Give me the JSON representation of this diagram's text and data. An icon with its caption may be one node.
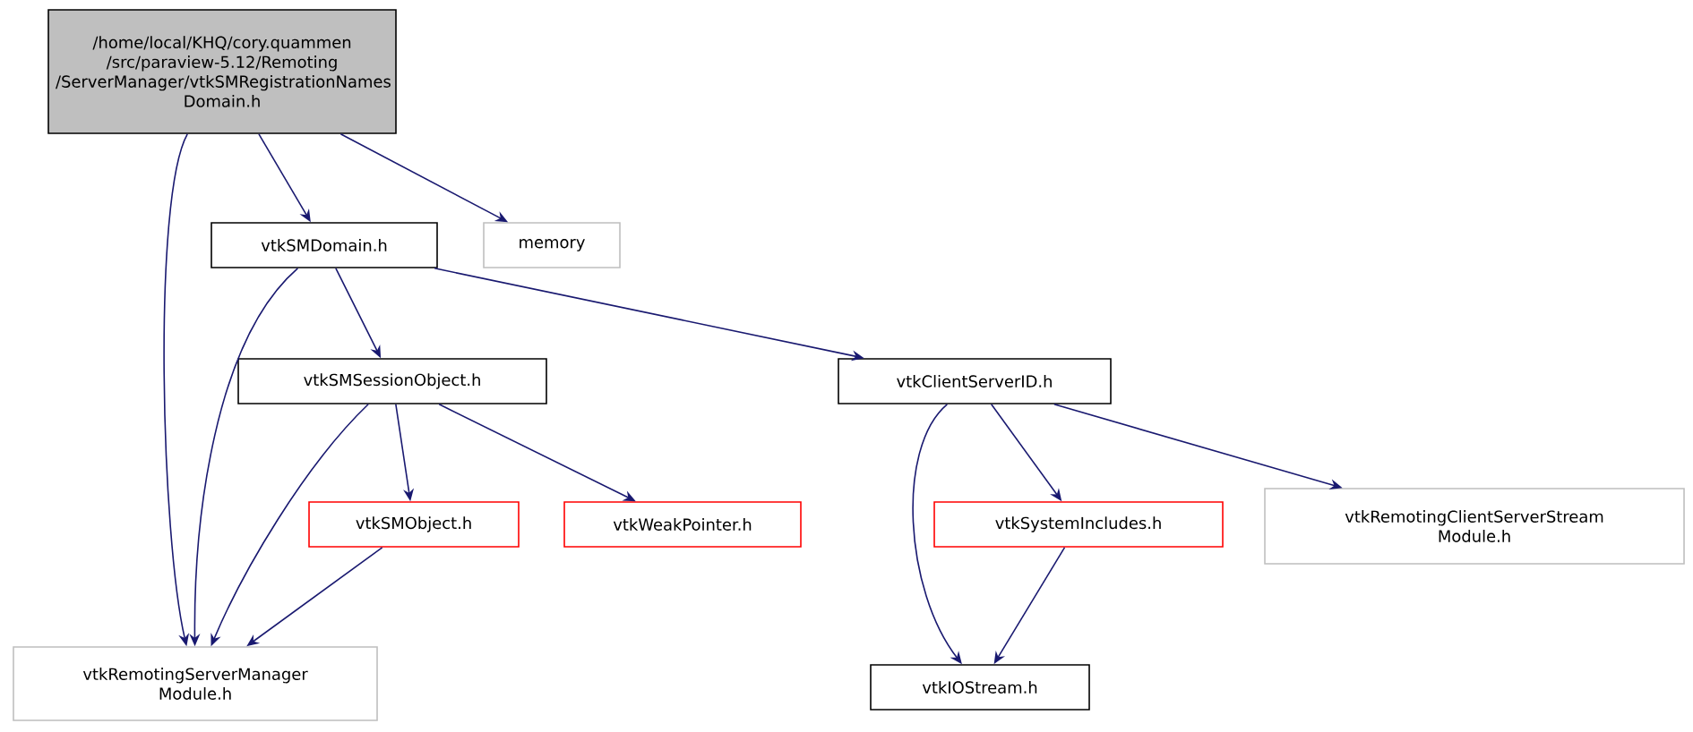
{
  "diagram": {
    "nodes": [
      {
        "text": [
          "/home/local/KHQ/cory.quammen /src/paraview-5.12/Remoting /ServerManager/vtkSMRegistrationNames Domain.h"
        ]
      },
      {
        "text": [
          "vtkSMDomain.h"
        ]
      },
      {
        "text": [
          "memory"
        ]
      },
      {
        "text": [
          "vtkSMSessionObject.h"
        ]
      },
      {
        "text": [
          "vtkClientServerID.h"
        ]
      },
      {
        "text": [
          "vtkSMObject.h"
        ]
      },
      {
        "text": [
          "vtkWeakPointer.h"
        ]
      },
      {
        "text": [
          "vtkSystemIncludes.h"
        ]
      },
      {
        "text": [
          "vtkRemotingClientServerStream Module.h"
        ]
      },
      {
        "text": [
          "vtkRemotingServerManager Module.h"
        ]
      },
      {
        "text": [
          "vtkIOStream.h"
        ]
      }
    ],
    "edges": [
      {
        "from": 0,
        "to": 1,
        "arrow": "to"
      },
      {
        "from": 0,
        "to": 2,
        "arrow": "to"
      },
      {
        "from": 0,
        "to": 9,
        "arrow": "to"
      },
      {
        "from": 1,
        "to": 3,
        "arrow": "to"
      },
      {
        "from": 1,
        "to": 4,
        "arrow": "to"
      },
      {
        "from": 1,
        "to": 9,
        "arrow": "to"
      },
      {
        "from": 3,
        "to": 5,
        "arrow": "to"
      },
      {
        "from": 3,
        "to": 6,
        "arrow": "to"
      },
      {
        "from": 3,
        "to": 9,
        "arrow": "to"
      },
      {
        "from": 5,
        "to": 9,
        "arrow": "to"
      },
      {
        "from": 4,
        "to": 7,
        "arrow": "to"
      },
      {
        "from": 4,
        "to": 10,
        "arrow": "to"
      },
      {
        "from": 4,
        "to": 8,
        "arrow": "to"
      },
      {
        "from": 7,
        "to": 10,
        "arrow": "to"
      }
    ]
  }
}
